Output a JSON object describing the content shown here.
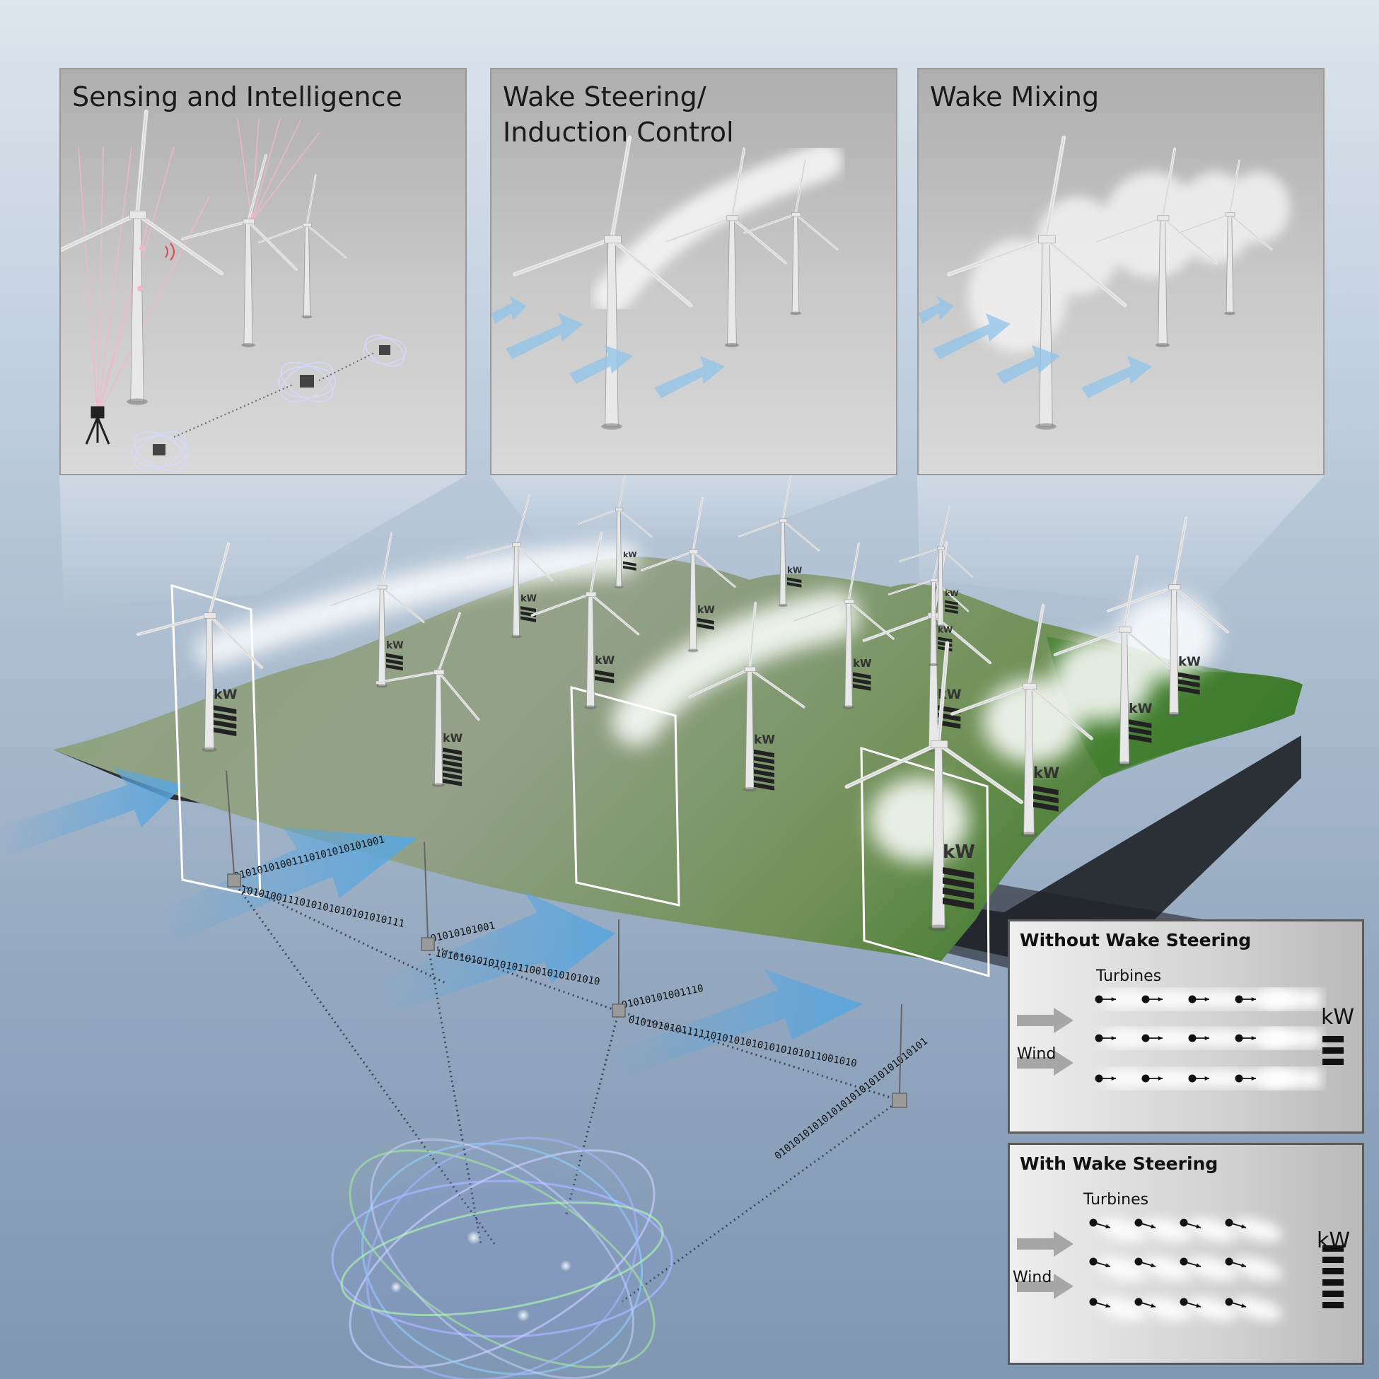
{
  "panels": [
    {
      "id": "sensing",
      "title": "Sensing and Intelligence"
    },
    {
      "id": "steering",
      "title": "Wake Steering/\nInduction Control"
    },
    {
      "id": "mixing",
      "title": "Wake Mixing"
    }
  ],
  "insets": [
    {
      "id": "without",
      "title": "Without Wake Steering",
      "turbines_label": "Turbines",
      "wind_label": "Wind",
      "kw_label": "kW",
      "kw_level_bars": 3
    },
    {
      "id": "with",
      "title": "With Wake Steering",
      "turbines_label": "Turbines",
      "wind_label": "Wind",
      "kw_label": "kW",
      "kw_level_bars": 6
    }
  ],
  "turbine_kw_label": "kW",
  "binary_strings": [
    "01010101001110101010101001",
    "1010100111010101010101010111",
    "01010101001",
    "1010101010101011001010101010",
    "01010101001110",
    "010101010111110101010101010101011001010",
    "01010101010101010101010101010101"
  ],
  "colors": {
    "terrain": "#7f9a6e",
    "terrain_green": "#4f7d3b",
    "wind_arrow": "#5aa6de",
    "underside": "#2b2f36",
    "panel_gray": "#c4c4c4",
    "ai_sphere": "#8a9cff"
  },
  "icons": [
    "ai-sphere-icon",
    "lidar-tripod-icon",
    "wireless-signal-icon",
    "turbine-icon",
    "wind-arrow-icon",
    "kw-bar-icon"
  ]
}
